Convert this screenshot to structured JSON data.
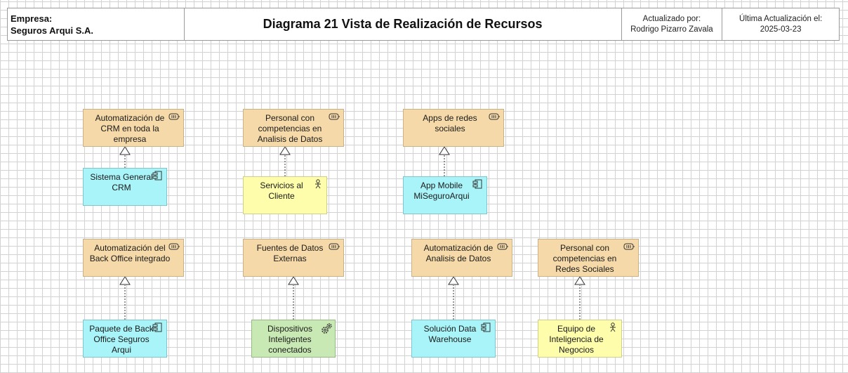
{
  "header": {
    "company_label": "Empresa:",
    "company_name": "Seguros Arqui S.A.",
    "title": "Diagrama 21 Vista de Realización de Recursos",
    "updated_by_label": "Actualizado por:",
    "updated_by_name": "Rodrigo Pizarro Zavala",
    "last_update_label": "Última Actualización el:",
    "last_update_date": "2025-03-23"
  },
  "colors": {
    "capability": "#f5d9a8",
    "application_component": "#a9f4f8",
    "business_actor": "#fefdab",
    "technology_node": "#c9e9b4"
  },
  "nodes": {
    "crm_capability": "Automatización de CRM en toda la empresa",
    "crm_system": "Sistema General CRM",
    "data_staff_capability": "Personal con competencias en Analisis de Datos",
    "customer_service_actor": "Servicios al Cliente",
    "social_apps_capability": "Apps de redes sociales",
    "mobile_app": "App Mobile MiSeguroArqui",
    "backoffice_capability": "Automatización del Back Office integrado",
    "backoffice_package": "Paquete de Back Office Seguros Arqui",
    "external_data_capability": "Fuentes de Datos Externas",
    "smart_devices": "Dispositivos Inteligentes conectados",
    "data_analysis_capability": "Automatización de Analisis de Datos",
    "data_warehouse": "Solución Data Warehouse",
    "social_staff_capability": "Personal con competencias en Redes Sociales",
    "bi_team_actor": "Equipo de Inteligencia de Negocios"
  },
  "icons": {
    "capability": "resource-icon",
    "application_component": "component-icon",
    "business_actor": "actor-icon",
    "technology_node": "gear-icon"
  }
}
